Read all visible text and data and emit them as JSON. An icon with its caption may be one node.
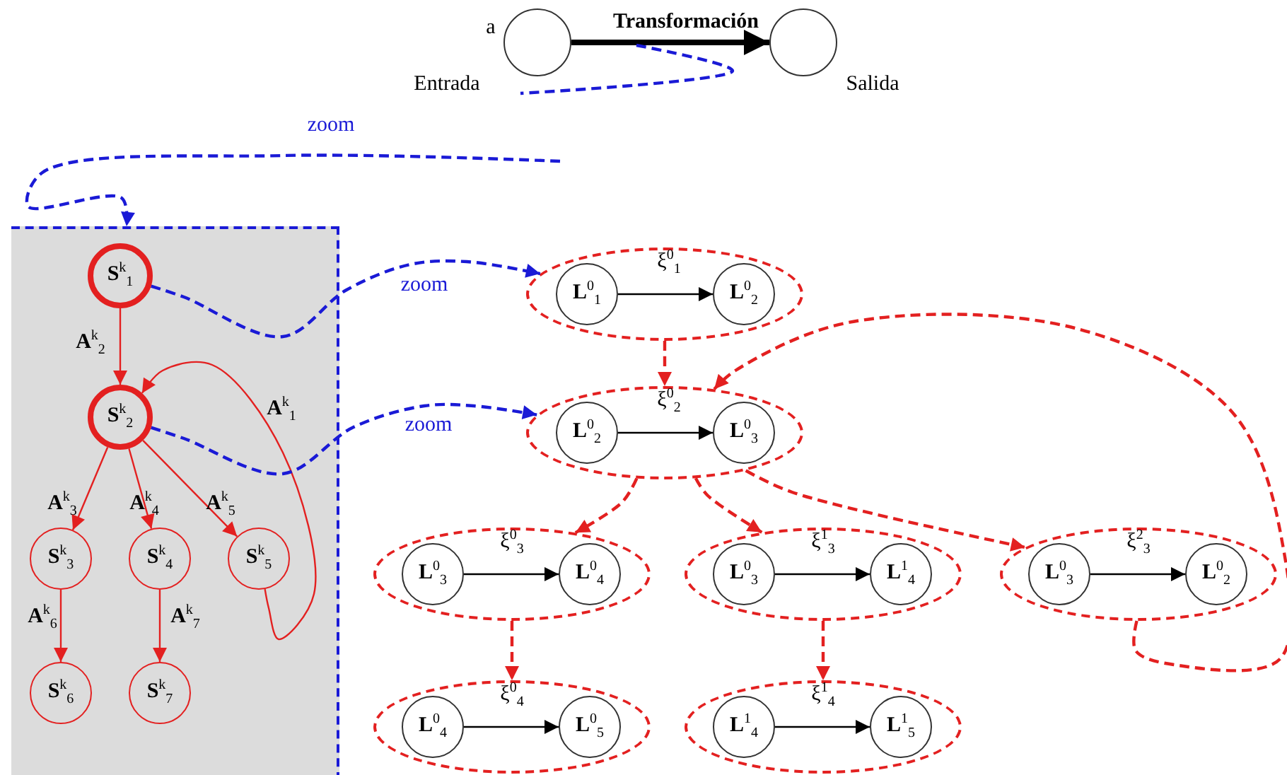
{
  "diagram": {
    "nodes": [
      {
        "text": [],
        "shape": "circle",
        "beside": [
          "a",
          "Entrada"
        ]
      },
      {
        "text": [],
        "shape": "circle",
        "beside": [
          "Salida"
        ]
      },
      {
        "text": [],
        "shape": "box"
      },
      {
        "text": [
          "**S**$^{k}$$_{1}$"
        ],
        "in": 2
      },
      {
        "text": [
          "**S**$^{k}$$_{2}$"
        ],
        "in": 2
      },
      {
        "text": [
          "**S**$^{k}$$_{3}$"
        ],
        "in": 2
      },
      {
        "text": [
          "**S**$^{k}$$_{4}$"
        ],
        "in": 2
      },
      {
        "text": [
          "**S**$^{k}$$_{5}$"
        ],
        "in": 2
      },
      {
        "text": [
          "**S**$^{k}$$_{6}$"
        ],
        "in": 2
      },
      {
        "text": [
          "**S**$^{k}$$_{7}$"
        ],
        "in": 2
      },
      {
        "text": [],
        "shape": "ellipse"
      },
      {
        "text": [
          "**L**$^{0}$$_{1}$"
        ],
        "in": 10
      },
      {
        "text": [
          "**L**$^{0}$$_{2}$"
        ],
        "in": 10
      },
      {
        "text": [],
        "shape": "ellipse"
      },
      {
        "text": [
          "**L**$^{0}$$_{2}$"
        ],
        "in": 13
      },
      {
        "text": [
          "**L**$^{0}$$_{3}$"
        ],
        "in": 13
      },
      {
        "text": [],
        "shape": "ellipse"
      },
      {
        "text": [
          "**L**$^{0}$$_{3}$"
        ],
        "in": 16
      },
      {
        "text": [
          "**L**$^{0}$$_{4}$"
        ],
        "in": 16
      },
      {
        "text": [],
        "shape": "ellipse"
      },
      {
        "text": [
          "**L**$^{0}$$_{3}$"
        ],
        "in": 19
      },
      {
        "text": [
          "**L**$^{1}$$_{4}$"
        ],
        "in": 19
      },
      {
        "text": [],
        "shape": "ellipse"
      },
      {
        "text": [
          "**L**$^{0}$$_{3}$"
        ],
        "in": 22
      },
      {
        "text": [
          "**L**$^{0}$$_{2}$"
        ],
        "in": 22
      },
      {
        "text": [],
        "shape": "ellipse"
      },
      {
        "text": [
          "**L**$^{0}$$_{4}$"
        ],
        "in": 25
      },
      {
        "text": [
          "**L**$^{0}$$_{5}$"
        ],
        "in": 25
      },
      {
        "text": [],
        "shape": "ellipse"
      },
      {
        "text": [
          "**L**$^{1}$$_{4}$"
        ],
        "in": 28
      },
      {
        "text": [
          "**L**$^{1}$$_{5}$"
        ],
        "in": 28
      }
    ],
    "edges": [
      {
        "from": 0,
        "to": 1,
        "arrow": "to",
        "label": "Transformación",
        "style": "thick",
        "color": "#000000"
      },
      {
        "from": null,
        "to": 2,
        "arrow": "to",
        "label": "zoom",
        "style": "dashed",
        "color": "#1a1ad6"
      },
      {
        "from": 3,
        "to": 4,
        "arrow": "to",
        "label": "**A**$^{k}$$_{2}$"
      },
      {
        "from": 4,
        "to": 5,
        "arrow": "to",
        "label": "**A**$^{k}$$_{3}$"
      },
      {
        "from": 4,
        "to": 6,
        "arrow": "to",
        "label": "**A**$^{k}$$_{4}$"
      },
      {
        "from": 4,
        "to": 7,
        "arrow": "to",
        "label": "**A**$^{k}$$_{5}$"
      },
      {
        "from": 5,
        "to": 8,
        "arrow": "to",
        "label": "**A**$^{k}$$_{6}$"
      },
      {
        "from": 6,
        "to": 9,
        "arrow": "to",
        "label": "**A**$^{k}$$_{7}$"
      },
      {
        "from": 7,
        "to": 4,
        "arrow": "to",
        "label": "**A**$^{k}$$_{1}$"
      },
      {
        "from": 3,
        "to": 10,
        "arrow": "to",
        "label": "zoom",
        "style": "dashed",
        "color": "#1a1ad6"
      },
      {
        "from": 4,
        "to": 13,
        "arrow": "to",
        "label": "zoom",
        "style": "dashed",
        "color": "#1a1ad6"
      },
      {
        "from": 11,
        "to": 12,
        "arrow": "to",
        "label": "ξ$^{0}$$_{1}$",
        "color": "#000000"
      },
      {
        "from": 14,
        "to": 15,
        "arrow": "to",
        "label": "ξ$^{0}$$_{2}$",
        "color": "#000000"
      },
      {
        "from": 17,
        "to": 18,
        "arrow": "to",
        "label": "ξ$^{0}$$_{3}$",
        "color": "#000000"
      },
      {
        "from": 20,
        "to": 21,
        "arrow": "to",
        "label": "ξ$^{1}$$_{3}$",
        "color": "#000000"
      },
      {
        "from": 23,
        "to": 24,
        "arrow": "to",
        "label": "ξ$^{2}$$_{3}$",
        "color": "#000000"
      },
      {
        "from": 26,
        "to": 27,
        "arrow": "to",
        "label": "ξ$^{0}$$_{4}$",
        "color": "#000000"
      },
      {
        "from": 29,
        "to": 30,
        "arrow": "to",
        "label": "ξ$^{1}$$_{4}$",
        "color": "#000000"
      },
      {
        "from": 10,
        "to": 13,
        "arrow": "to",
        "style": "dashed"
      },
      {
        "from": 13,
        "to": 16,
        "arrow": "to",
        "style": "dashed"
      },
      {
        "from": 13,
        "to": 19,
        "arrow": "to",
        "style": "dashed"
      },
      {
        "from": 13,
        "to": 22,
        "arrow": "to",
        "style": "dashed"
      },
      {
        "from": 22,
        "to": 13,
        "arrow": "to",
        "style": "dashed"
      },
      {
        "from": 16,
        "to": 25,
        "arrow": "to",
        "style": "dashed"
      },
      {
        "from": 19,
        "to": 28,
        "arrow": "to",
        "style": "dashed"
      }
    ]
  }
}
